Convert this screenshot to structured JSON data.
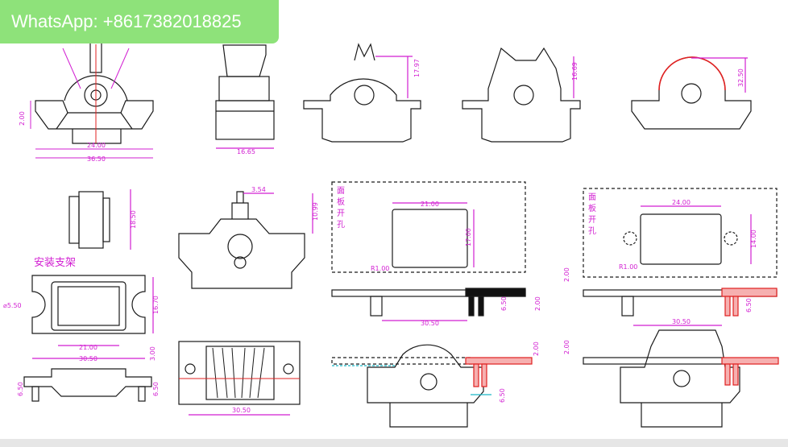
{
  "contact": {
    "label": "WhatsApp: +8617382018825"
  },
  "section_titles": {
    "mounting_bracket": "安装支架"
  },
  "panel_cutout_label": [
    "面",
    "板",
    "开",
    "孔"
  ],
  "dimensions": {
    "d2_00": "2.00",
    "d24_00": "24.00",
    "d36_50": "36.50",
    "d16_65": "16.65",
    "d17_97": "17.97",
    "d16_69": "16.69",
    "d32_50": "32.50",
    "d18_50": "18.50",
    "d3_54": "3.54",
    "d10_99": "10.99",
    "d21_00": "21.00",
    "d17_00": "17.00",
    "r1_00": "R1.00",
    "d14_00": "14.00",
    "d5_50": "⌀5.50",
    "d16_70": "16.70",
    "d30_50": "30.50",
    "d3_00": "3.00",
    "d6_50": "6.50"
  },
  "colors": {
    "line": "#1a1a1a",
    "dimension": "#d21fd2",
    "accent_red": "#e02020",
    "cyan": "#19b6c8",
    "badge": "#8ee27a"
  }
}
